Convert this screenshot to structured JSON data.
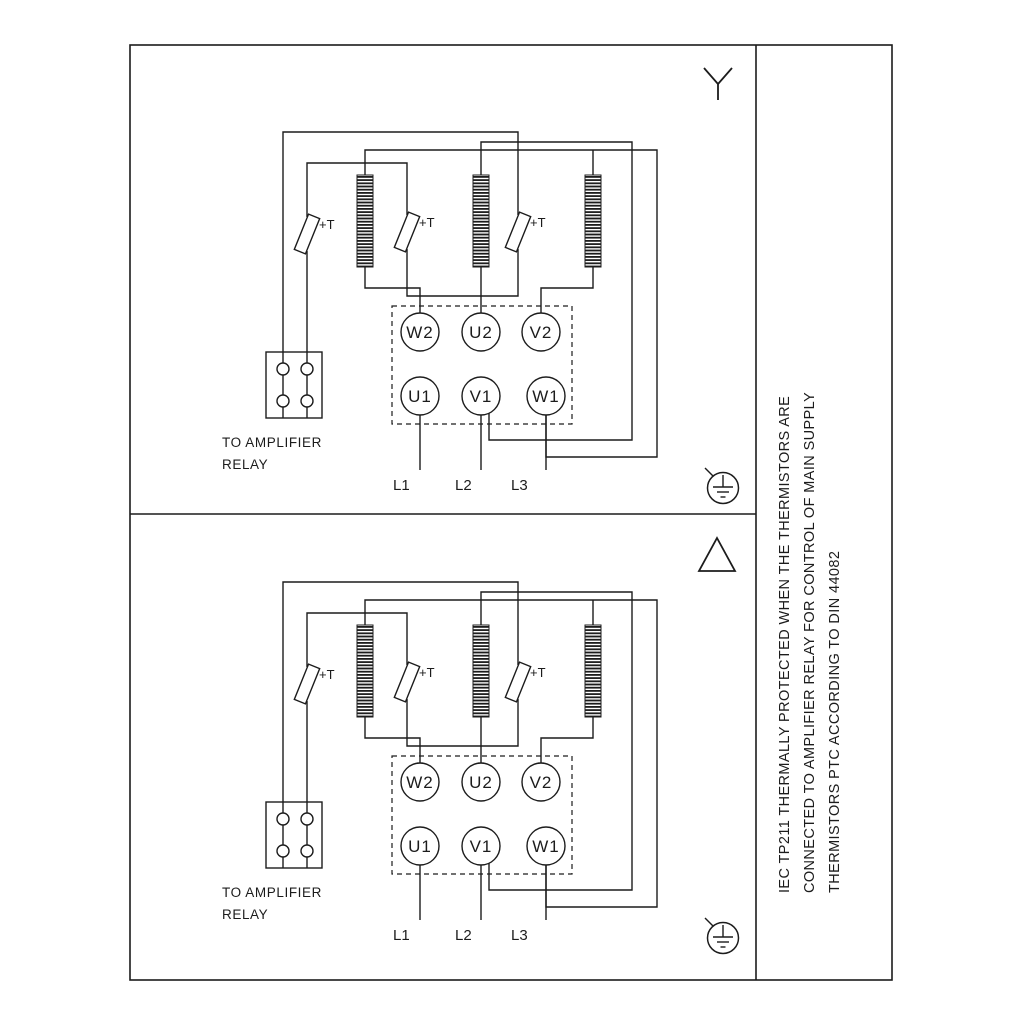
{
  "diagram": {
    "panels": [
      {
        "connection": "star",
        "connection_symbol": "star-symbol",
        "thermistor_label": "+T",
        "relay_label_line1": "TO AMPLIFIER",
        "relay_label_line2": "RELAY",
        "terminals_top": [
          "W2",
          "U2",
          "V2"
        ],
        "terminals_bottom": [
          "U1",
          "V1",
          "W1"
        ],
        "supply_lines": [
          "L1",
          "L2",
          "L3"
        ]
      },
      {
        "connection": "delta",
        "connection_symbol": "delta-symbol",
        "thermistor_label": "+T",
        "relay_label_line1": "TO AMPLIFIER",
        "relay_label_line2": "RELAY",
        "terminals_top": [
          "W2",
          "U2",
          "V2"
        ],
        "terminals_bottom": [
          "U1",
          "V1",
          "W1"
        ],
        "supply_lines": [
          "L1",
          "L2",
          "L3"
        ]
      }
    ],
    "side_note": {
      "line1": "IEC TP211 THERMALLY PROTECTED WHEN THE THERMISTORS ARE",
      "line2": "CONNECTED TO AMPLIFIER RELAY FOR CONTROL OF MAIN SUPPLY",
      "line3": "THERMISTORS PTC ACCORDING TO DIN 44082"
    },
    "colors": {
      "line": "#1c1c1c",
      "background": "#ffffff"
    }
  }
}
